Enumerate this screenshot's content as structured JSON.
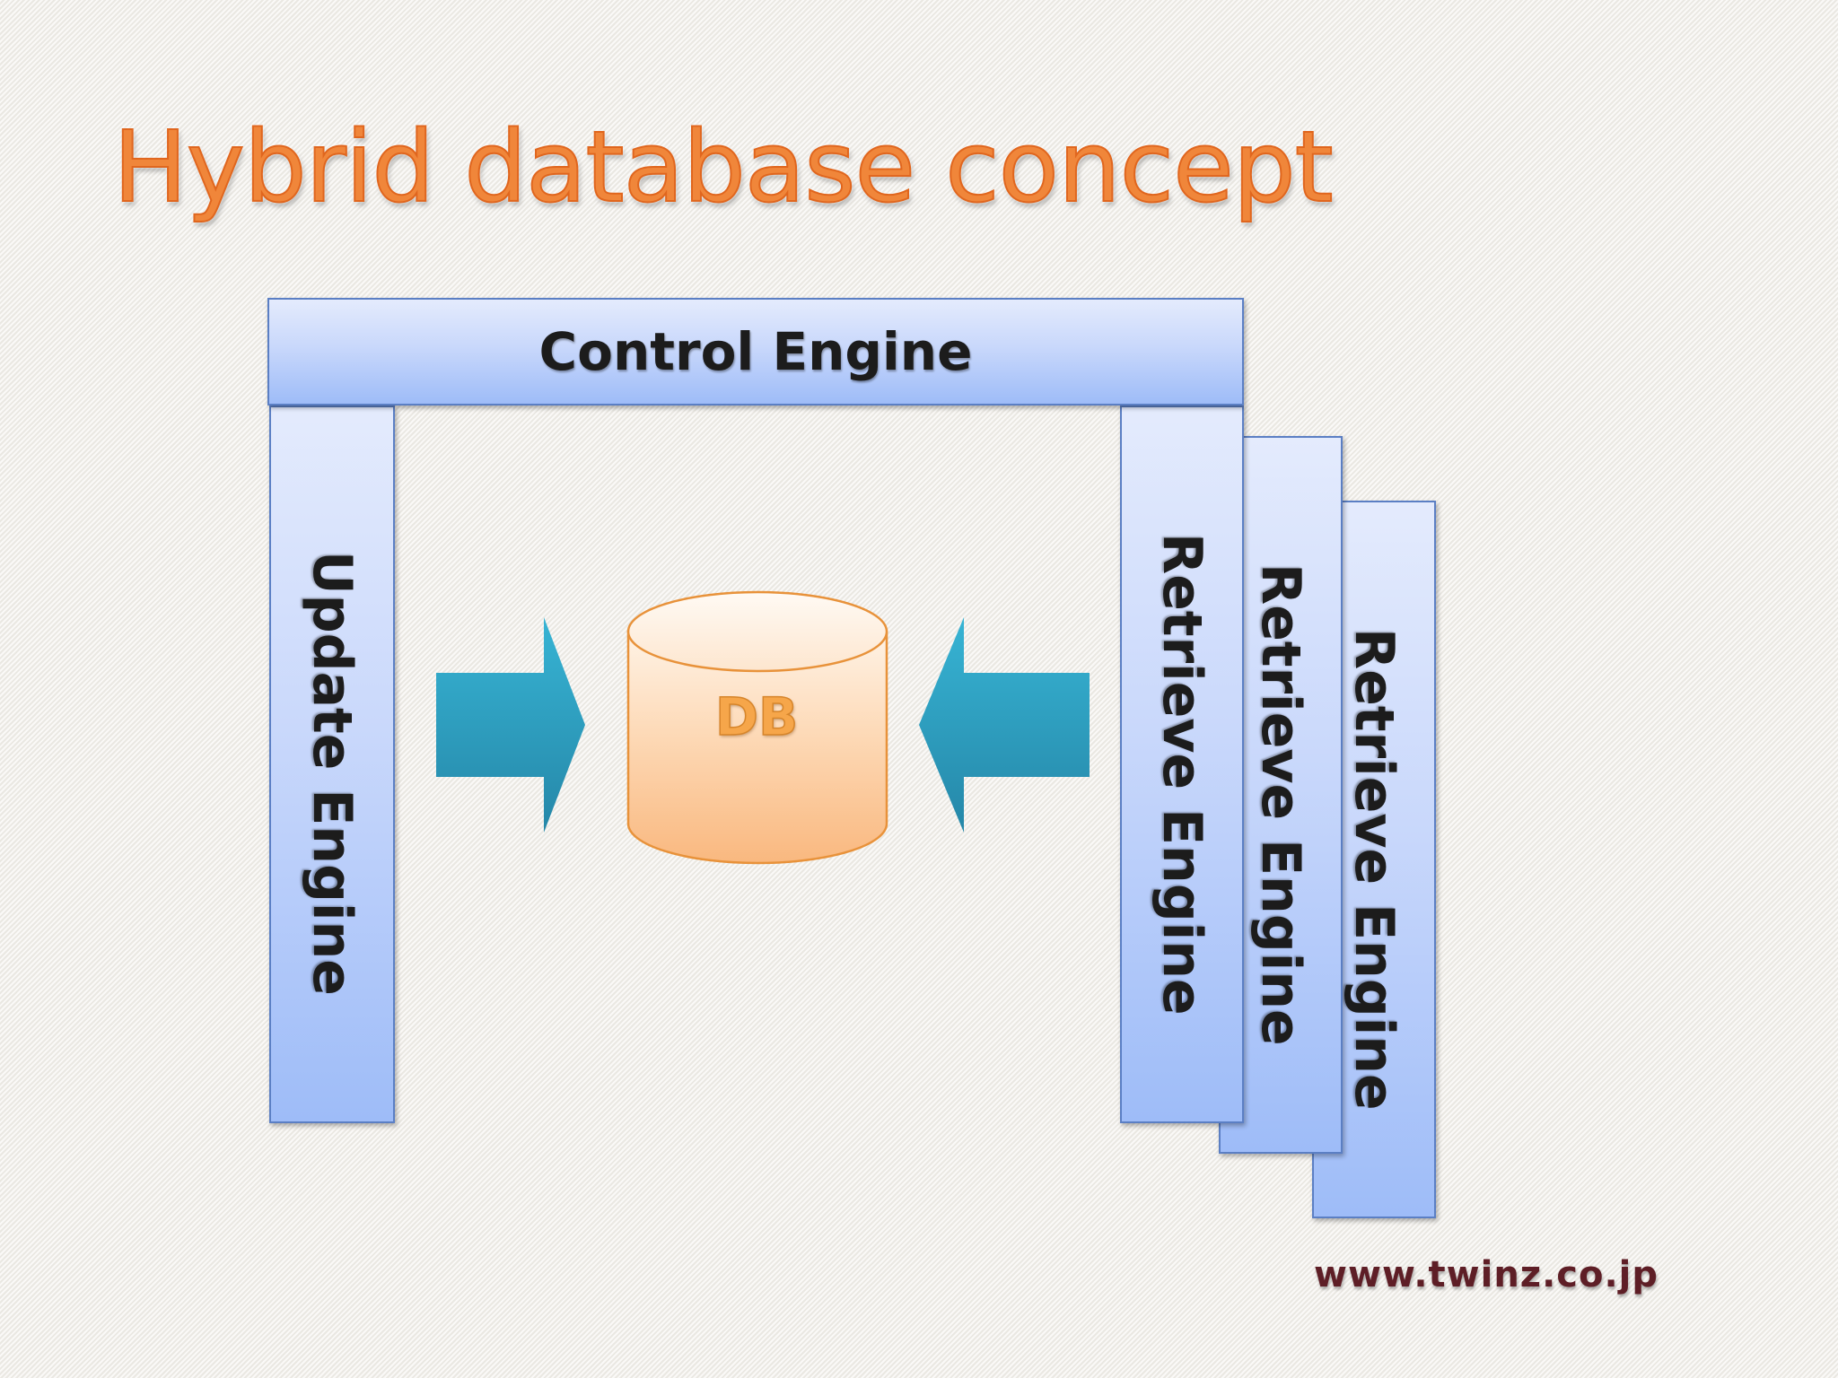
{
  "slide": {
    "title": "Hybrid database concept",
    "footer_url": "www.twinz.co.jp"
  },
  "diagram": {
    "control_engine": "Control Engine",
    "update_engine": "Update Engine",
    "retrieve_engines": [
      "Retrieve Engine",
      "Retrieve Engine",
      "Retrieve Engine"
    ],
    "database": "DB"
  },
  "colors": {
    "title": "#f0863a",
    "engine_fill": "#c9d8fb",
    "engine_border": "#5b7fc4",
    "arrow": "#2fa9c9",
    "db_fill": "#fdd5b0",
    "db_border": "#e8923a",
    "footer": "#5e1e26"
  }
}
